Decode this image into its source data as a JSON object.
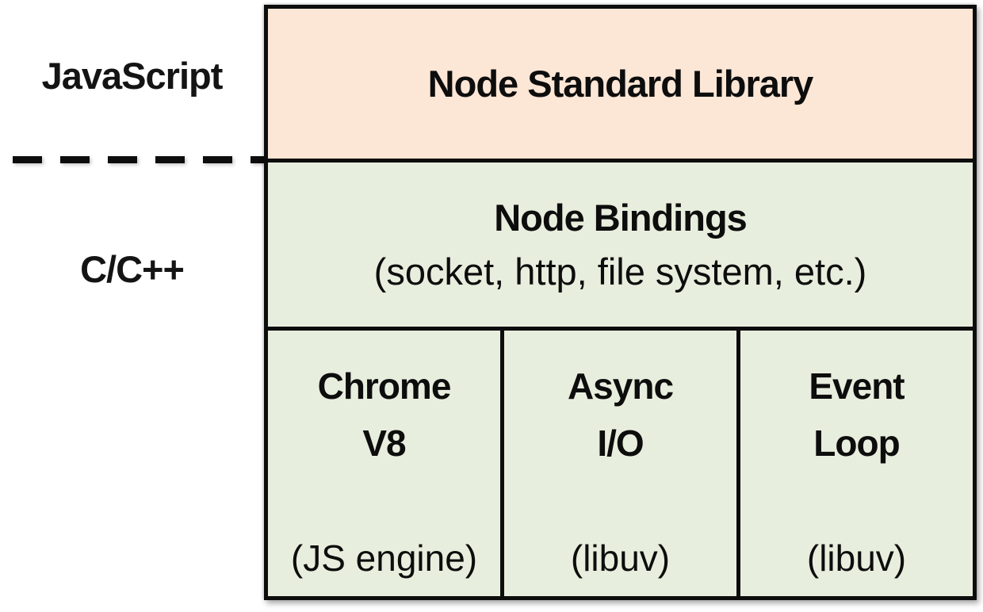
{
  "diagram": {
    "left_labels": {
      "javascript": "JavaScript",
      "c_cpp": "C/C++"
    },
    "layers": {
      "standard_library": {
        "title": "Node Standard Library"
      },
      "bindings": {
        "title": "Node Bindings",
        "subtitle": "(socket, http, file system, etc.)"
      },
      "runtime": [
        {
          "title_line1": "Chrome",
          "title_line2": "V8",
          "subtitle": "(JS engine)"
        },
        {
          "title_line1": "Async",
          "title_line2": "I/O",
          "subtitle": "(libuv)"
        },
        {
          "title_line1": "Event",
          "title_line2": "Loop",
          "subtitle": "(libuv)"
        }
      ]
    },
    "colors": {
      "js_layer_fill": "#fce6d6",
      "cpp_layer_fill": "#e8eedd",
      "border": "#0d0d0d"
    }
  }
}
